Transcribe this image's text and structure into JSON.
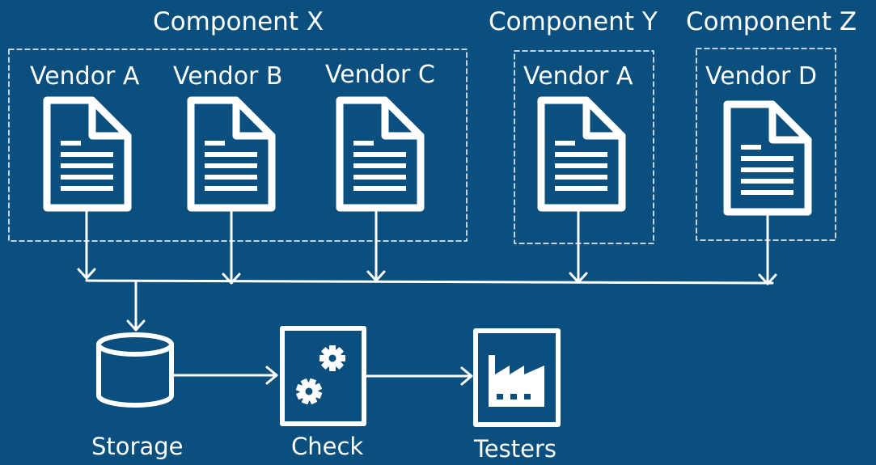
{
  "colors": {
    "background": "#0b4f7f",
    "foreground": "#ffffff"
  },
  "groups": [
    {
      "title": "Component X",
      "vendors": [
        "Vendor A",
        "Vendor B",
        "Vendor C"
      ]
    },
    {
      "title": "Component Y",
      "vendors": [
        "Vendor A"
      ]
    },
    {
      "title": "Component Z",
      "vendors": [
        "Vendor D"
      ]
    }
  ],
  "document_icon": "document-icon",
  "pipeline": [
    {
      "label": "Storage",
      "icon": "database-icon"
    },
    {
      "label": "Check",
      "icon": "gears-icon"
    },
    {
      "label": "Testers",
      "icon": "factory-icon"
    }
  ]
}
